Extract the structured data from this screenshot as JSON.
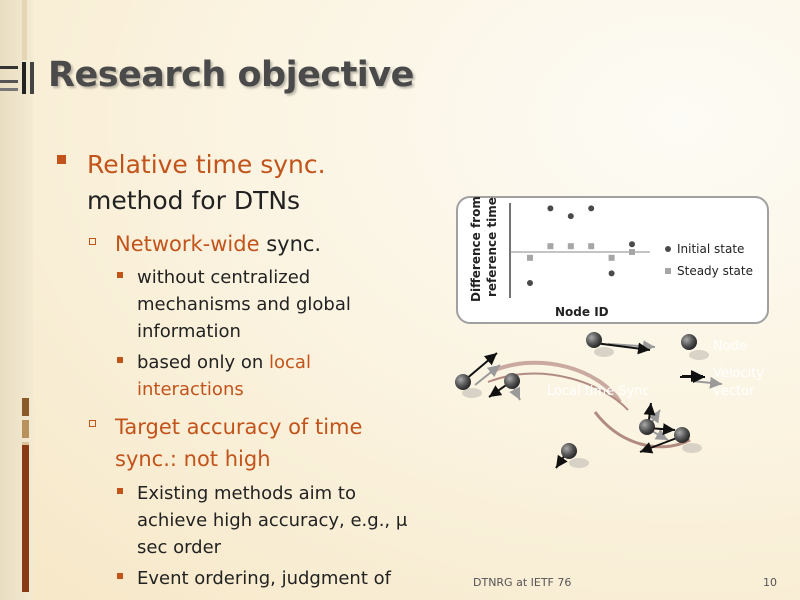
{
  "slide": {
    "title": "Research objective",
    "bullets": {
      "l1_line1": "Relative time sync.",
      "l1_line2": "method for DTNs",
      "l2a_orange": "Network-wide",
      "l2a_rest": " sync.",
      "l3a": [
        "without centralized",
        "mechanisms and global",
        "information"
      ],
      "l3b_line1_a": "based only on ",
      "l3b_line1_b": "local",
      "l3b_line2": "interactions",
      "l2b_line1": "Target accuracy of time",
      "l2b_line2": "sync.: not high",
      "l3c": [
        "Existing methods aim to",
        "achieve high accuracy, e.g., μ",
        "sec order"
      ],
      "l3d_line1": "Event ordering, judgment of"
    },
    "footer": {
      "left": "DTNRG at IETF 76",
      "page": "10"
    }
  },
  "figure": {
    "ylabel_line1": "Difference from",
    "ylabel_line2": "reference time",
    "xlabel": "Node ID",
    "legend": [
      {
        "label": "Initial state",
        "marker": "circle",
        "color": "#4a4a4a"
      },
      {
        "label": "Steady state",
        "marker": "square",
        "color": "#a6a6a6"
      }
    ],
    "network_labels": {
      "sync_label": "Local time Sync",
      "node": "Node",
      "velocity1": "Velocity",
      "velocity2": "vector"
    }
  },
  "chart_data": {
    "type": "scatter",
    "xlabel": "Node ID",
    "ylabel": "Difference from reference time",
    "x": [
      1,
      2,
      3,
      4,
      5,
      6
    ],
    "series": [
      {
        "name": "Initial state",
        "values": [
          -3.2,
          4.5,
          3.7,
          4.5,
          -2.2,
          0.8
        ]
      },
      {
        "name": "Steady state",
        "values": [
          -0.6,
          0.6,
          0.6,
          0.6,
          -0.6,
          0.0
        ]
      }
    ],
    "ylim": [
      -5,
      5
    ],
    "grid": false,
    "legend_position": "right"
  },
  "colors": {
    "accent": "#c2531a",
    "title": "#4a4a4a"
  }
}
